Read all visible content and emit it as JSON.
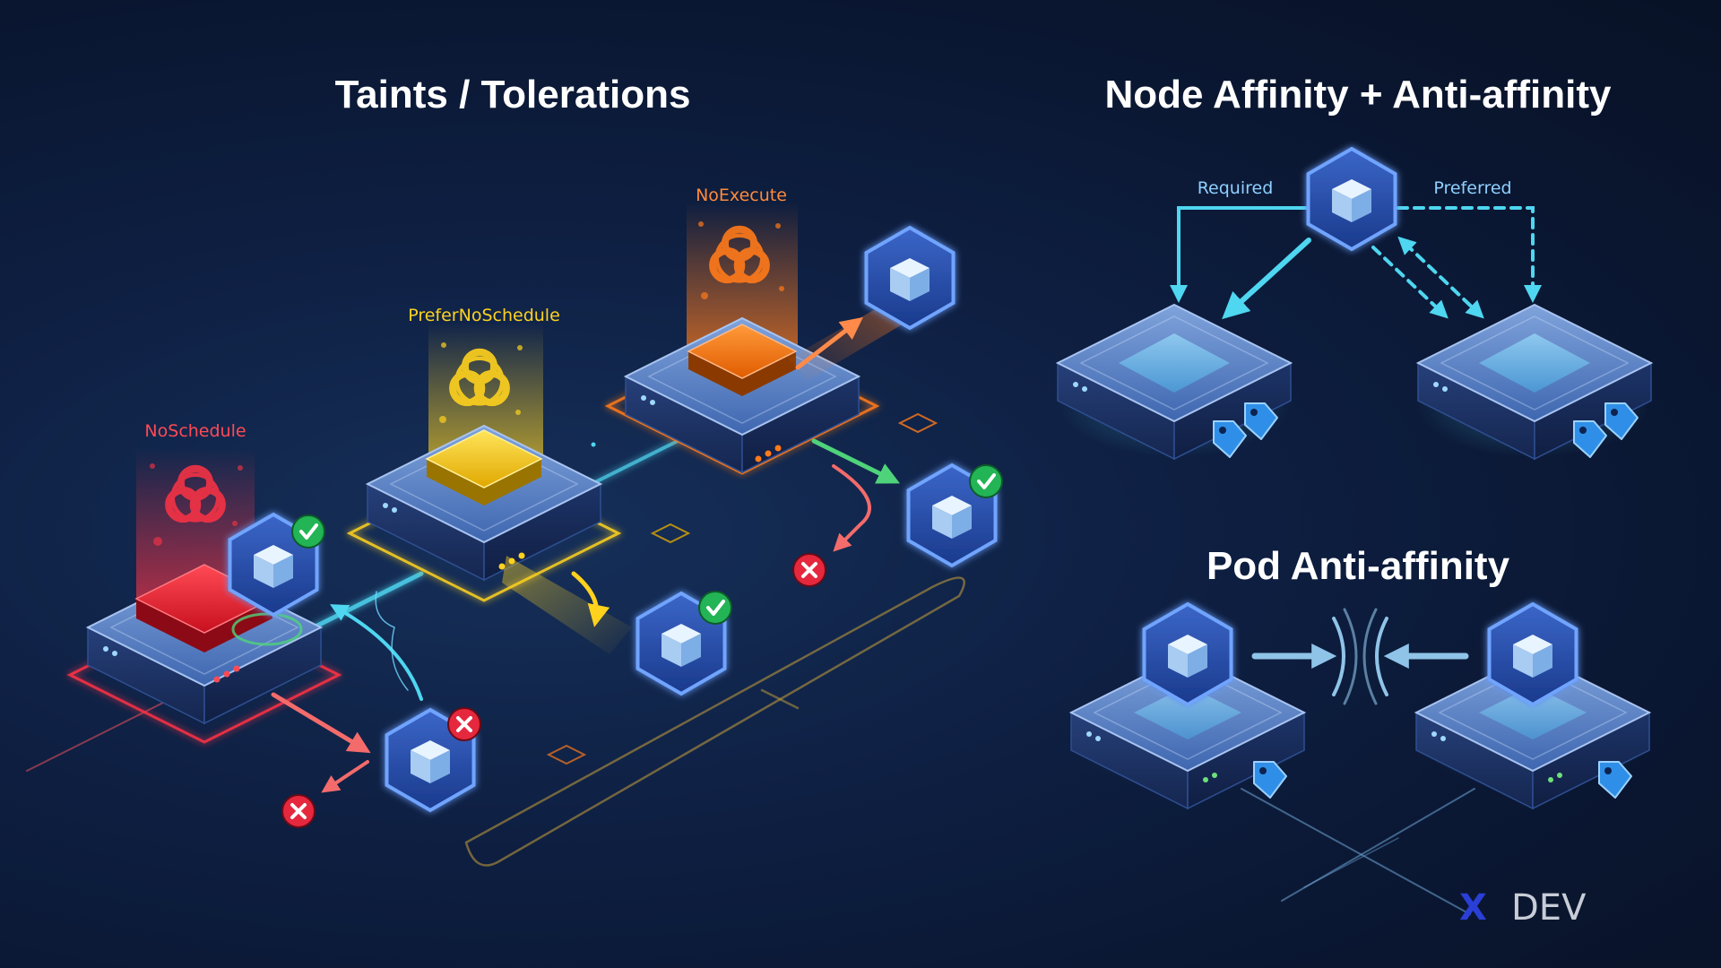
{
  "titles": {
    "taints": "Taints / Tolerations",
    "affinity": "Node Affinity + Anti-affinity",
    "pod_anti": "Pod Anti-affinity"
  },
  "taint_effects": {
    "noschedule": "NoSchedule",
    "prefer": "PreferNoSchedule",
    "noexecute": "NoExecute"
  },
  "affinity_labels": {
    "required": "Required",
    "preferred": "Preferred"
  },
  "brand": {
    "mark": "X",
    "text": "DEV"
  },
  "colors": {
    "noschedule": "#ff3344",
    "prefer": "#ffd21e",
    "noexecute": "#ff7a1a",
    "cyan": "#4fd6f0",
    "label_blue": "#8fd0ff",
    "check": "#22b455",
    "cross": "#e5283e"
  },
  "icons": [
    "biohazard-icon",
    "cube-icon",
    "check-icon",
    "cross-icon",
    "tag-icon",
    "server-icon"
  ]
}
